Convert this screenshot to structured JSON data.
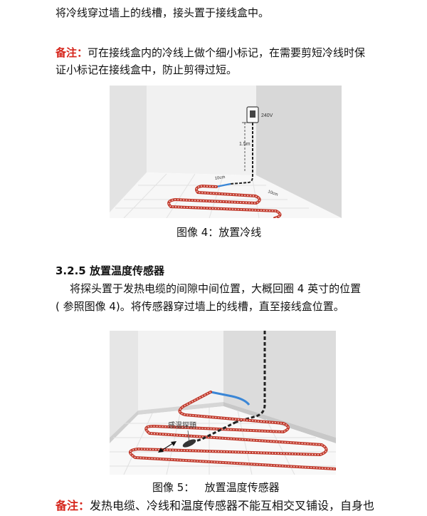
{
  "paragraph1": "将冷线穿过墙上的线槽，接头置于接线盒中。",
  "note1": {
    "label": "备注：",
    "line1": "可在接线盒内的冷线上做个细小标记，在需要剪短冷线时保",
    "line2": "证小标记在接线盒中，防止剪得过短。"
  },
  "figure4": {
    "label_voltage": "240V",
    "label_height": "1.5m",
    "label_offset_left": "10cm",
    "label_offset_right": "10cm",
    "caption": "图像 4：放置冷线"
  },
  "section": {
    "number": "3.2.5",
    "title": "放置温度传感器",
    "para_line1": "将探头置于发热电缆的间隙中间位置，大概回圈 4 英寸的位置",
    "para_line2": "( 参照图像 4)。将传感器穿过墙上的线槽，直至接线盒位置。"
  },
  "figure5": {
    "label_probe": "感温探頭",
    "caption_prefix": "图像 5：",
    "caption_title": "放置温度传感器"
  },
  "note2": {
    "label": "备注：",
    "line1": "发热电缆、冷线和温度传感器不能互相交叉铺设，自身也"
  }
}
